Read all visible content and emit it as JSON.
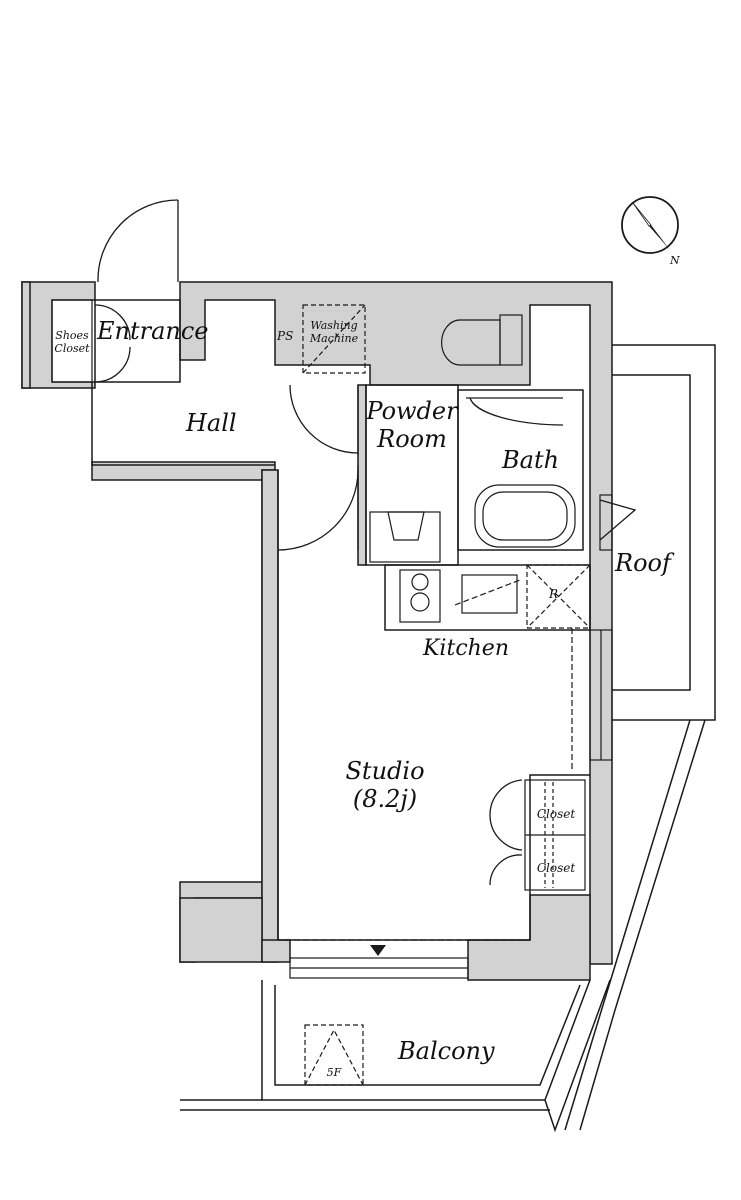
{
  "rooms": {
    "entrance": "Entrance",
    "hall": "Hall",
    "powder_room_line1": "Powder",
    "powder_room_line2": "Room",
    "bath": "Bath",
    "roof": "Roof",
    "kitchen": "Kitchen",
    "studio": "Studio",
    "studio_area": "(8.2j)",
    "balcony": "Balcony"
  },
  "fixtures": {
    "shoes_closet_line1": "Shoes",
    "shoes_closet_line2": "Closet",
    "ps": "PS",
    "washing_line1": "Washing",
    "washing_line2": "Machine",
    "refrigerator": "R",
    "closet_upper": "Closet",
    "closet_lower": "Closet",
    "floor_marker": "5F"
  },
  "compass": {
    "north_label": "N"
  },
  "colors": {
    "wall": "#d2d2d2",
    "line": "#1a1a1a"
  }
}
